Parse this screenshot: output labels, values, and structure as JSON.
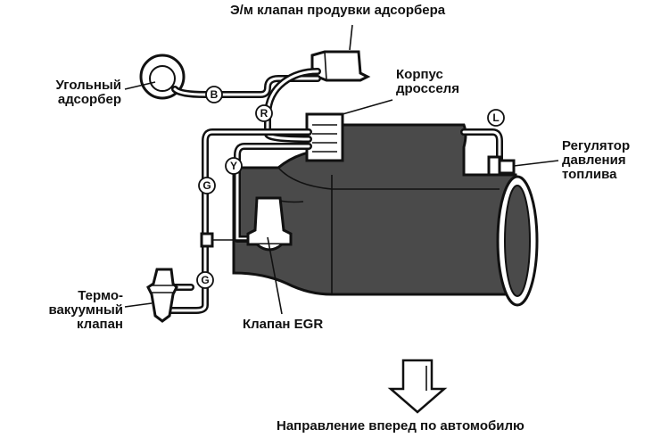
{
  "labels": {
    "purge_valve": "Э/м клапан продувки адсорбера",
    "canister": [
      "Угольный",
      "адсорбер"
    ],
    "throttle_body": [
      "Корпус",
      "дросселя"
    ],
    "fuel_regulator": [
      "Регулятор",
      "давления",
      "топлива"
    ],
    "thermo_valve": [
      "Термо-",
      "вакуумный",
      "клапан"
    ],
    "egr_valve": "Клапан EGR",
    "direction": "Направление вперед по автомобилю"
  },
  "hose_tags": [
    "B",
    "R",
    "L",
    "Y",
    "G",
    "G"
  ],
  "colors": {
    "ink": "#111111",
    "body_fill": "#4a4a4a",
    "background": "#ffffff"
  }
}
